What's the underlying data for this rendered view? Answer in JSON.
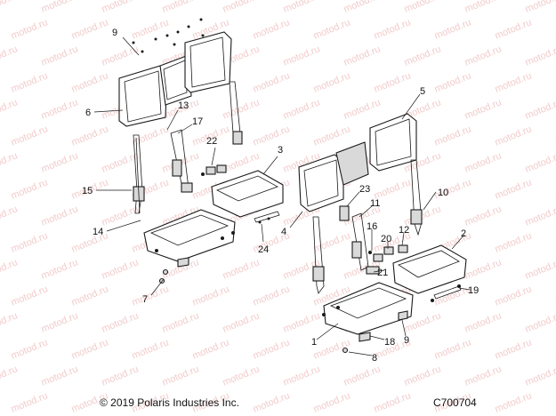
{
  "watermark": "motod.ru",
  "callouts": {
    "c1": "1",
    "c2": "2",
    "c3": "3",
    "c4": "4",
    "c5": "5",
    "c6": "6",
    "c7": "7",
    "c8": "8",
    "c9a": "9",
    "c9b": "9",
    "c10": "10",
    "c11": "11",
    "c12": "12",
    "c13": "13",
    "c14": "14",
    "c15": "15",
    "c16": "16",
    "c17": "17",
    "c18": "18",
    "c19": "19",
    "c20": "20",
    "c21": "21",
    "c22": "22",
    "c23": "23",
    "c24": "24"
  },
  "footer": {
    "copyright": "© 2019 Polaris Industries Inc.",
    "diagram_id": "C700704"
  }
}
